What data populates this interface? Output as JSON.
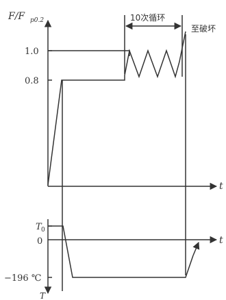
{
  "upper_plot": {
    "y_axis_label": "F/F",
    "y_axis_subscript": "p0.2",
    "x_axis_label": "t",
    "tick_labels": [
      "1.0",
      "0.8"
    ],
    "cycle_annotation": "10次循环",
    "failure_annotation": "至破坏"
  },
  "lower_plot": {
    "tick_t0_main": "T",
    "tick_t0_sub": "0",
    "tick_zero": "0",
    "tick_low": "−196 ℃",
    "x_axis_label": "t",
    "y_axis_label": "T"
  },
  "colors": {
    "line": "#333333",
    "background": "#ffffff"
  }
}
